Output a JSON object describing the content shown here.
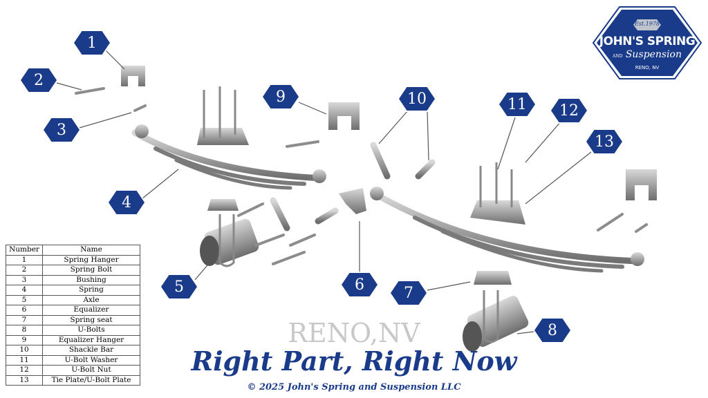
{
  "logo": {
    "est": "Est.1978",
    "line1": "JOHN'S SPRING",
    "and": "AND",
    "line2": "Suspension",
    "location": "RENO, NV"
  },
  "callouts": [
    "1",
    "2",
    "3",
    "4",
    "5",
    "6",
    "7",
    "8",
    "9",
    "10",
    "11",
    "12",
    "13"
  ],
  "legend": {
    "headers": [
      "Number",
      "Name"
    ],
    "rows": [
      [
        "1",
        "Spring Hanger"
      ],
      [
        "2",
        "Spring Bolt"
      ],
      [
        "3",
        "Bushing"
      ],
      [
        "4",
        "Spring"
      ],
      [
        "5",
        "Axle"
      ],
      [
        "6",
        "Equalizer"
      ],
      [
        "7",
        "Spring seat"
      ],
      [
        "8",
        "U-Bolts"
      ],
      [
        "9",
        "Equalizer Hanger"
      ],
      [
        "10",
        "Shackle Bar"
      ],
      [
        "11",
        "U-Bolt Washer"
      ],
      [
        "12",
        "U-Bolt Nut"
      ],
      [
        "13",
        "Tie Plate/U-Bolt Plate"
      ]
    ]
  },
  "watermark": "RENO,NV",
  "slogan": "Right Part, Right Now",
  "copyright": "© 2025 John's Spring and Suspension LLC",
  "colors": {
    "brand": "#1a3a8a",
    "part": "#9a9a9a"
  }
}
